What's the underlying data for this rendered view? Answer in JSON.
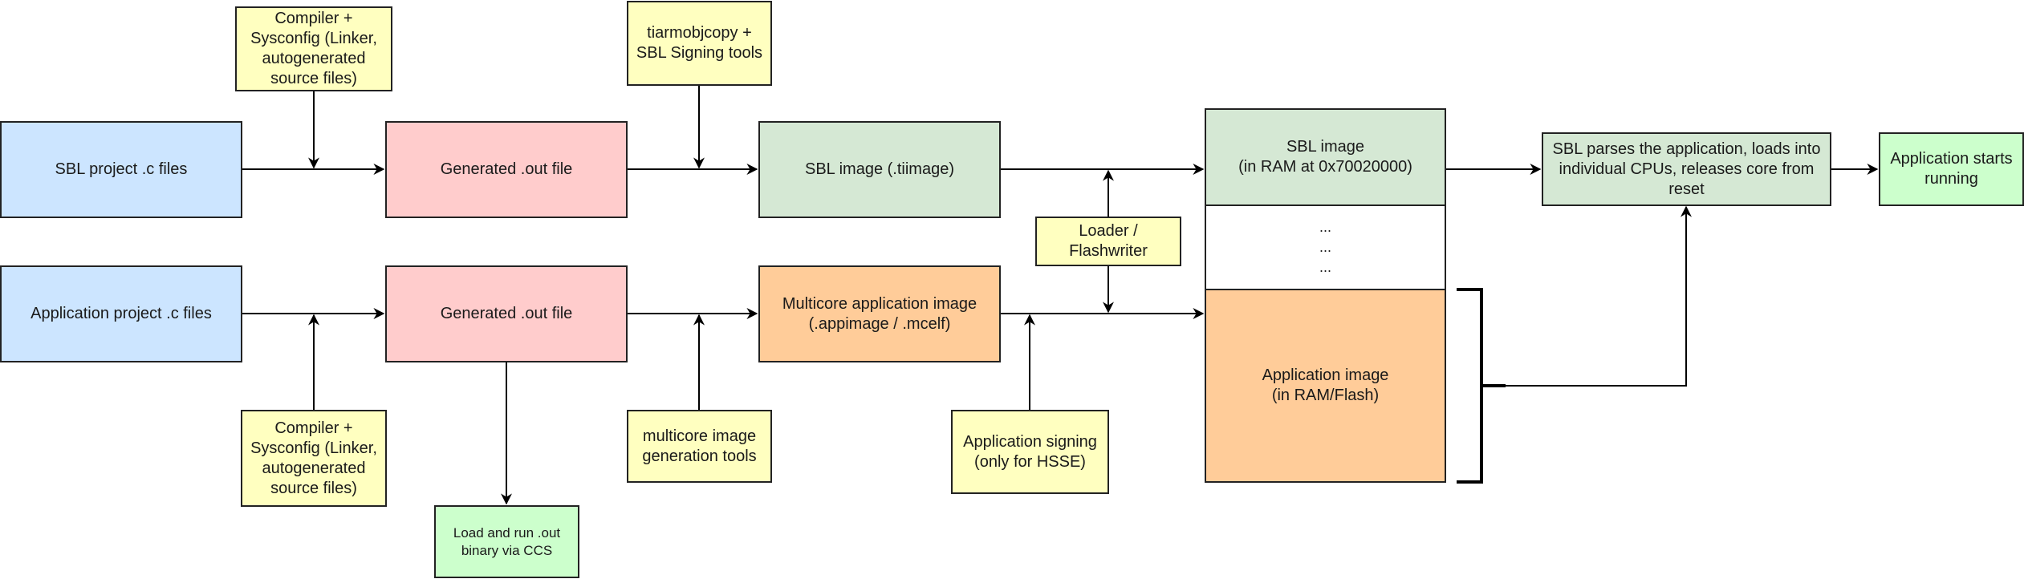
{
  "colors": {
    "source": "#cce5ff",
    "out_file": "#ffcccc",
    "tool": "#ffffc0",
    "sbl_image": "#d5e8d4",
    "app_image": "#ffcc99",
    "end": "#ccffcc"
  },
  "nodes": {
    "sbl_project": "SBL project .c files",
    "sbl_compiler": "Compiler +\nSysconfig (Linker,\nautogenerated\nsource files)",
    "sbl_out": "Generated .out file",
    "sbl_signing": "tiarmobjcopy +\nSBL Signing tools",
    "sbl_tiimage": "SBL image (.tiimage)",
    "loader": "Loader /\nFlashwriter",
    "mem_sbl": "SBL image\n(in RAM at 0x70020000)",
    "mem_dots": "...\n...\n...",
    "mem_app": "Application image\n(in RAM/Flash)",
    "sbl_parses": "SBL parses the application, loads into individual CPUs, releases core from reset",
    "app_starts": "Application starts\nrunning",
    "app_project": "Application project .c files",
    "app_compiler": "Compiler +\nSysconfig (Linker,\nautogenerated\nsource files)",
    "app_out": "Generated .out file",
    "load_run": "Load and run .out\nbinary via CCS",
    "multicore_tools": "multicore image\ngeneration tools",
    "multicore_image": "Multicore application image\n(.appimage / .mcelf)",
    "app_signing": "Application signing\n(only for HSSE)"
  }
}
